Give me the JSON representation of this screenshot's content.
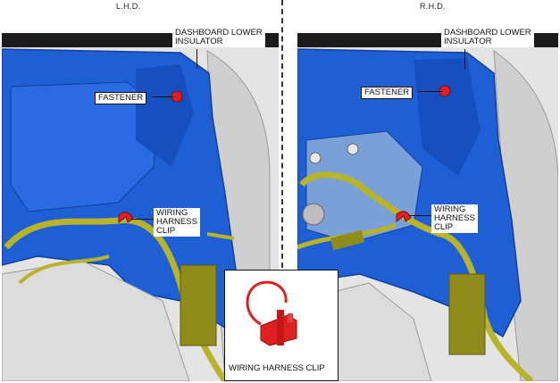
{
  "headers": {
    "left": "L.H.D.",
    "right": "R.H.D."
  },
  "callouts": {
    "lhd_insulator": "DASHBOARD LOWER\nINSULATOR",
    "lhd_fastener": "FASTENER",
    "lhd_clip": "WIRING\nHARNESS\nCLIP",
    "rhd_insulator": "DASHBOARD LOWER\nINSULATOR",
    "rhd_fastener": "FASTENER",
    "rhd_clip": "WIRING\nHARNESS\nCLIP"
  },
  "inset": {
    "caption": "WIRING HARNESS CLIP"
  },
  "colors": {
    "insulator": "#1f5fd6",
    "insulator_dark": "#123f9c",
    "body_panel": "#d6d6d6",
    "harness": "#b7b42a",
    "clip": "#e02020"
  }
}
